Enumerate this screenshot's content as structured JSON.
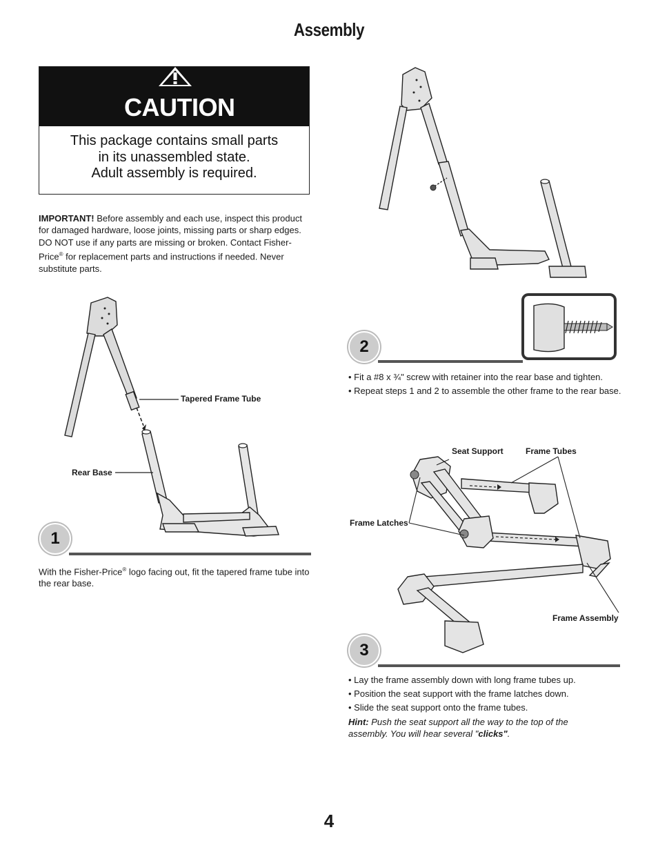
{
  "header": {
    "title": "Assembly"
  },
  "caution": {
    "heading": "CAUTION",
    "line1": "This package contains small parts",
    "line2": "in its unassembled state.",
    "line3": "Adult assembly is required."
  },
  "important": {
    "lead": "IMPORTANT!",
    "text_a": " Before assembly and each use, inspect this product for damaged hardware, loose joints, missing parts or sharp edges. DO NOT use if any parts are missing or broken. Contact Fisher-Price",
    "reg": "®",
    "text_b": " for replacement parts and instructions if needed. Never substitute parts."
  },
  "step1": {
    "number": "1",
    "label_tube": "Tapered Frame Tube",
    "label_base": "Rear Base",
    "text_a": "With the Fisher-Price",
    "reg": "®",
    "text_b": " logo facing out, fit the tapered frame tube into the rear base."
  },
  "step2": {
    "number": "2",
    "bullets": [
      "• Fit a #8 x ¾\" screw with retainer into the rear base and tighten.",
      "• Repeat steps 1 and 2 to assemble the other frame to the rear base."
    ]
  },
  "step3": {
    "number": "3",
    "label_seat_support": "Seat Support",
    "label_frame_tubes": "Frame Tubes",
    "label_frame_latches": "Frame Latches",
    "label_frame_assembly": "Frame Assembly",
    "bullets": [
      "• Lay the frame assembly down with long frame tubes up.",
      "• Position the seat support with the frame latches down.",
      "• Slide the seat support onto the frame tubes."
    ],
    "hint_lead": "Hint:",
    "hint_text": " Push the seat support all the way to the top of the assembly. You will hear several \"",
    "hint_bold": "clicks\"",
    "hint_end": "."
  },
  "footer": {
    "page_number": "4"
  }
}
